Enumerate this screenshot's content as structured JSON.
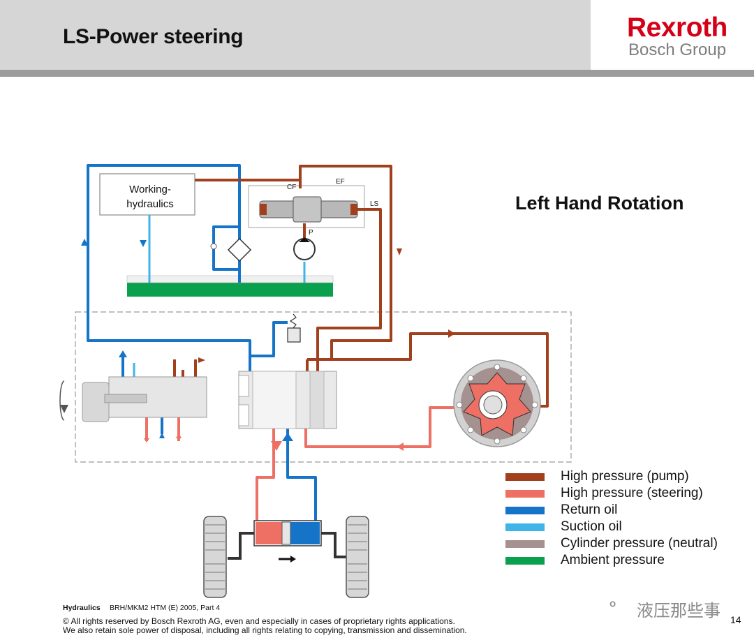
{
  "header": {
    "title": "LS-Power steering",
    "logo_main": "Rexroth",
    "logo_sub": "Bosch Group"
  },
  "diagram": {
    "subtitle": "Left Hand Rotation",
    "box_label_line1": "Working-",
    "box_label_line2": "hydraulics",
    "port_cf": "CF",
    "port_ef": "EF",
    "port_ls": "LS",
    "port_p": "P"
  },
  "legend": [
    {
      "label": "High pressure (pump)",
      "color": "#a0401c"
    },
    {
      "label": "High pressure (steering)",
      "color": "#ee6f63"
    },
    {
      "label": "Return oil",
      "color": "#1674c8"
    },
    {
      "label": "Suction oil",
      "color": "#40b3e8"
    },
    {
      "label": "Cylinder pressure (neutral)",
      "color": "#a49190"
    },
    {
      "label": "Ambient pressure",
      "color": "#0aa04e"
    }
  ],
  "colors": {
    "pump": "#a0401c",
    "steering": "#ee6f63",
    "return": "#1674c8",
    "suction": "#40b3e8",
    "neutral": "#a49190",
    "ambient": "#0aa04e",
    "header_bg": "#d6d6d6",
    "brand_red": "#d40018"
  },
  "footer": {
    "division": "Hydraulics",
    "reference": "BRH/MKM2  HTM (E) 2005, Part 4",
    "copyright_1": "© All rights reserved by Bosch Rexroth AG, even and especially in cases of proprietary rights applications.",
    "copyright_2": "We also retain sole power of disposal, including all rights relating to copying, transmission and dissemination.",
    "page_number": "14",
    "watermark": "液压那些事"
  }
}
